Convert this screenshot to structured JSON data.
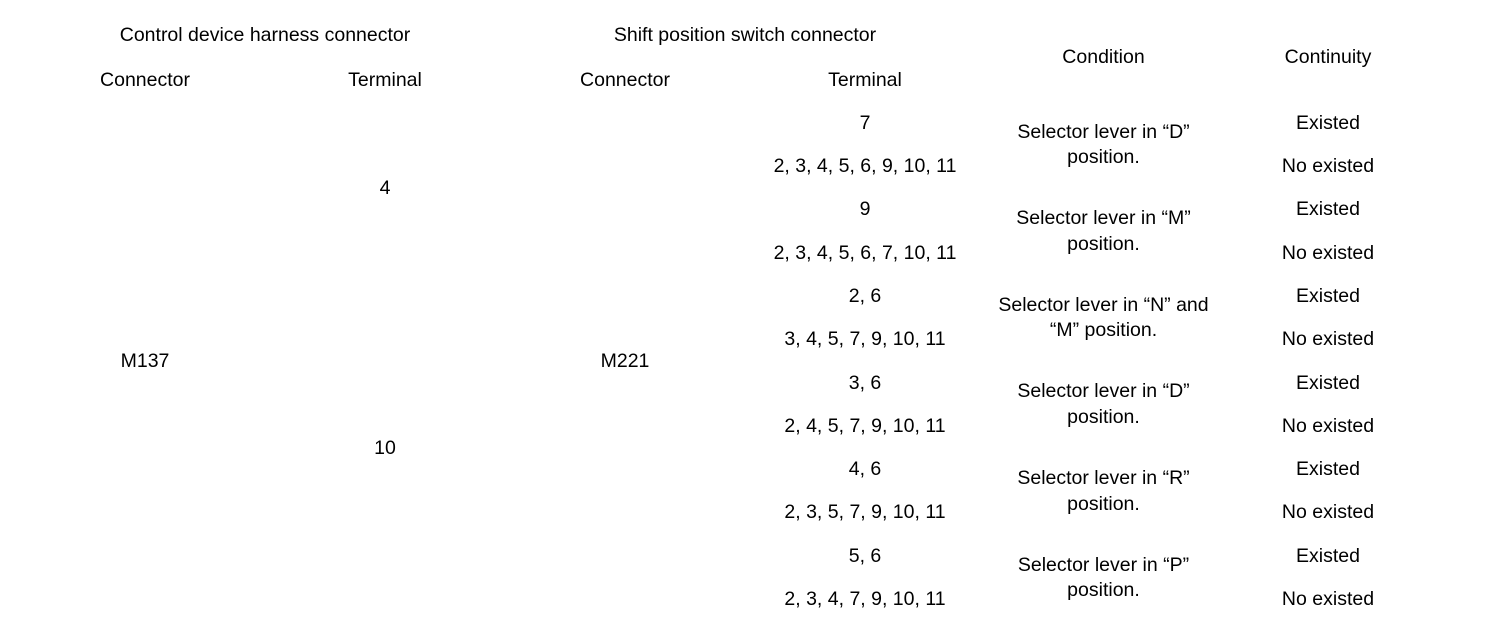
{
  "table": {
    "header": {
      "group_left": "Control device harness connector",
      "group_mid": "Shift position switch connector",
      "condition": "Condition",
      "continuity": "Continuity",
      "sub_connector_left": "Connector",
      "sub_terminal_left": "Terminal",
      "sub_connector_mid": "Connector",
      "sub_terminal_mid": "Terminal"
    },
    "control_connector": "M137",
    "shift_connector": "M221",
    "control_terminals": [
      {
        "value": "4",
        "rowspan": 4
      },
      {
        "value": "10",
        "rowspan": 8
      }
    ],
    "groups": [
      {
        "condition": "Selector lever in “D” position.",
        "rows": [
          {
            "terminal": "7",
            "continuity": "Existed"
          },
          {
            "terminal": "2, 3, 4, 5, 6, 9, 10, 11",
            "continuity": "No existed"
          }
        ]
      },
      {
        "condition": "Selector lever in “M” position.",
        "rows": [
          {
            "terminal": "9",
            "continuity": "Existed"
          },
          {
            "terminal": "2, 3, 4, 5, 6, 7, 10, 11",
            "continuity": "No existed"
          }
        ]
      },
      {
        "condition": "Selector lever in “N” and “M” position.",
        "rows": [
          {
            "terminal": "2, 6",
            "continuity": "Existed"
          },
          {
            "terminal": "3, 4, 5, 7, 9, 10, 11",
            "continuity": "No existed"
          }
        ]
      },
      {
        "condition": "Selector lever in “D” position.",
        "rows": [
          {
            "terminal": "3, 6",
            "continuity": "Existed"
          },
          {
            "terminal": "2, 4, 5, 7, 9, 10, 11",
            "continuity": "No existed"
          }
        ]
      },
      {
        "condition": "Selector lever in “R” position.",
        "rows": [
          {
            "terminal": "4, 6",
            "continuity": "Existed"
          },
          {
            "terminal": "2, 3, 5, 7, 9, 10, 11",
            "continuity": "No existed"
          }
        ]
      },
      {
        "condition": "Selector lever in “P” position.",
        "rows": [
          {
            "terminal": "5, 6",
            "continuity": "Existed"
          },
          {
            "terminal": "2, 3, 4, 7, 9, 10, 11",
            "continuity": "No existed"
          }
        ]
      }
    ]
  }
}
